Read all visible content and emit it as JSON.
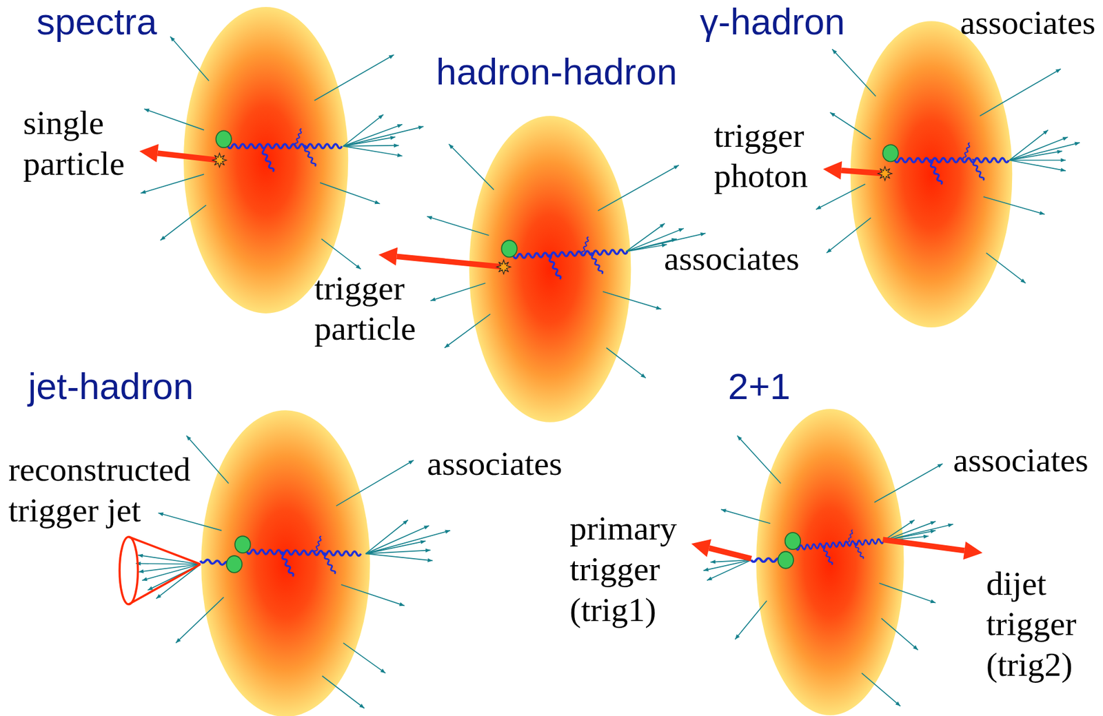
{
  "diagram": {
    "labels": [
      "spectra",
      "single particle",
      "hadron-hadron",
      "trigger particle",
      "associates",
      "γ-hadron",
      "associates",
      "trigger photon",
      "jet-hadron",
      "reconstructed trigger jet",
      "associates",
      "2+1",
      "associates",
      "primary trigger (trig1)",
      "dijet trigger (trig2)"
    ]
  }
}
